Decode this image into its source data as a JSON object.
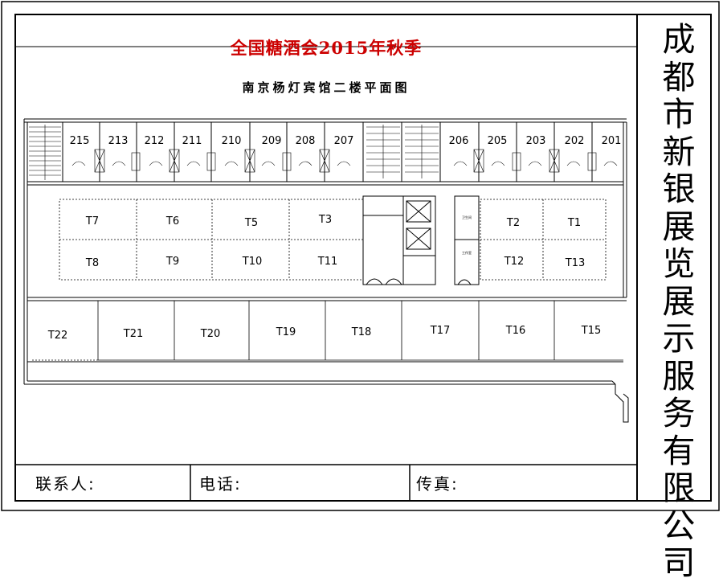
{
  "title": "全国糖酒会2015年秋季",
  "subtitle": "南京杨灯宾馆二楼平面图",
  "company": [
    "成",
    "都",
    "市",
    "新",
    "银",
    "展",
    "览",
    "展",
    "示",
    "服",
    "务",
    "有",
    "限",
    "公",
    "司"
  ],
  "footer": {
    "contact": "联系人:",
    "phone": "电话:",
    "fax": "传真:"
  },
  "rooms": [
    "215",
    "213",
    "212",
    "211",
    "210",
    "209",
    "208",
    "207",
    "206",
    "205",
    "203",
    "202",
    "201"
  ],
  "booths_upper_left": [
    "T7",
    "T6",
    "T5",
    "T3",
    "T8",
    "T9",
    "T10",
    "T11"
  ],
  "booths_upper_right": [
    "T2",
    "T1",
    "T12",
    "T13"
  ],
  "booths_lower": [
    "T22",
    "T21",
    "T20",
    "T19",
    "T18",
    "T17",
    "T16",
    "T15"
  ],
  "small_labels": {
    "washroom": "卫生间",
    "workroom": "工作室"
  }
}
